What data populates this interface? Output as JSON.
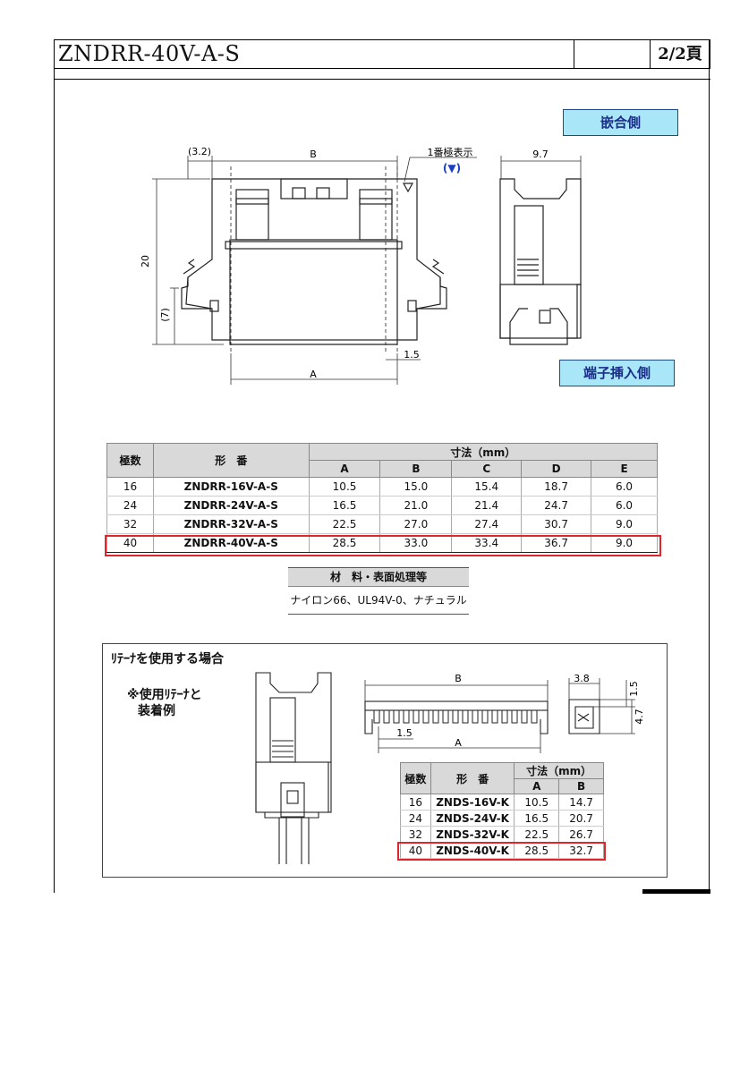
{
  "header": {
    "title": "ZNDRR-40V-A-S",
    "page": "2/2頁"
  },
  "drawing": {
    "mating_side_label": "嵌合側",
    "terminal_side_label": "端子挿入側",
    "pin1_label": "1番極表示",
    "pin1_mark": "(▼)",
    "dim_3_2": "(3.2)",
    "dim_B": "B",
    "dim_A": "A",
    "dim_20": "20",
    "dim_7": "(7)",
    "dim_1_5": "1.5",
    "dim_9_7": "9.7"
  },
  "spec_table": {
    "col_poles": "極数",
    "col_model": "形　番",
    "col_dims": "寸法（mm）",
    "dim_cols": [
      "A",
      "B",
      "C",
      "D",
      "E"
    ],
    "rows": [
      {
        "poles": "16",
        "model": "ZNDRR-16V-A-S",
        "A": "10.5",
        "B": "15.0",
        "C": "15.4",
        "D": "18.7",
        "E": "6.0"
      },
      {
        "poles": "24",
        "model": "ZNDRR-24V-A-S",
        "A": "16.5",
        "B": "21.0",
        "C": "21.4",
        "D": "24.7",
        "E": "6.0"
      },
      {
        "poles": "32",
        "model": "ZNDRR-32V-A-S",
        "A": "22.5",
        "B": "27.0",
        "C": "27.4",
        "D": "30.7",
        "E": "9.0"
      },
      {
        "poles": "40",
        "model": "ZNDRR-40V-A-S",
        "A": "28.5",
        "B": "33.0",
        "C": "33.4",
        "D": "36.7",
        "E": "9.0"
      }
    ]
  },
  "material": {
    "header": "材　料・表面処理等",
    "value": "ナイロン66、UL94V-0、ナチュラル"
  },
  "retainer": {
    "title": "ﾘﾃｰﾅを使用する場合",
    "note_line1": "※使用ﾘﾃｰﾅと",
    "note_line2": "装着例",
    "dim_B": "B",
    "dim_A": "A",
    "dim_1_5": "1.5",
    "dim_3_8": "3.8",
    "dim_1_5_v": "1.5",
    "dim_4_7": "4.7",
    "table": {
      "col_poles": "極数",
      "col_model": "形　番",
      "col_dims": "寸法（mm）",
      "dim_cols": [
        "A",
        "B"
      ],
      "rows": [
        {
          "poles": "16",
          "model": "ZNDS-16V-K",
          "A": "10.5",
          "B": "14.7"
        },
        {
          "poles": "24",
          "model": "ZNDS-24V-K",
          "A": "16.5",
          "B": "20.7"
        },
        {
          "poles": "32",
          "model": "ZNDS-32V-K",
          "A": "22.5",
          "B": "26.7"
        },
        {
          "poles": "40",
          "model": "ZNDS-40V-K",
          "A": "28.5",
          "B": "32.7"
        }
      ]
    }
  },
  "colors": {
    "tag_bg": "#a8e6f8",
    "tag_text": "#1b2c8a",
    "highlight": "#e0262a",
    "pin_mark": "#1a3fbf"
  }
}
